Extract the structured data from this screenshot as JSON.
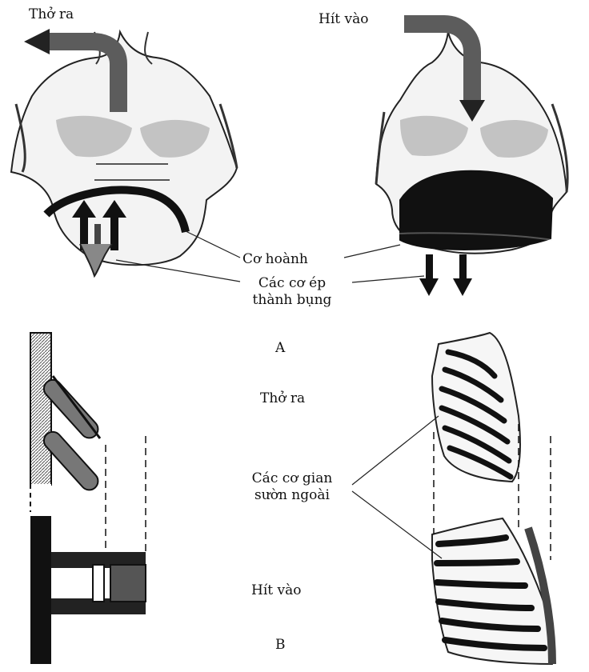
{
  "panel_a": {
    "exhale_label": "Thở ra",
    "inhale_label": "Hít vào",
    "diaphragm_label": "Cơ hoành",
    "abdominal_muscles_label_line1": "Các cơ ép",
    "abdominal_muscles_label_line2": "thành bụng",
    "panel_letter": "A"
  },
  "panel_b": {
    "exhale_label": "Thở ra",
    "intercostal_label_line1": "Các cơ gian",
    "intercostal_label_line2": "sườn ngoài",
    "inhale_label": "Hít vào",
    "panel_letter": "B"
  },
  "colors": {
    "ink": "#111111",
    "shading": "#6f6f6f",
    "light_shading": "#bdbdbd",
    "paper": "#ffffff"
  }
}
